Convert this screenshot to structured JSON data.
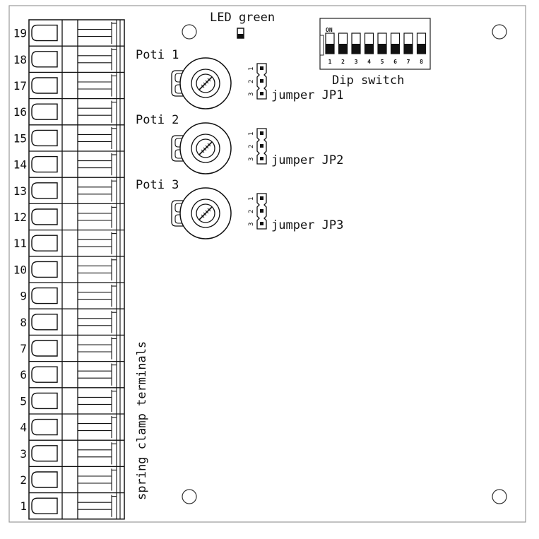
{
  "terminals": {
    "numbers": [
      "19",
      "18",
      "17",
      "16",
      "15",
      "14",
      "13",
      "12",
      "11",
      "10",
      "9",
      "8",
      "7",
      "6",
      "5",
      "4",
      "3",
      "2",
      "1"
    ],
    "label": "spring clamp terminals"
  },
  "led": {
    "label": "LED green"
  },
  "dip_switch": {
    "on_label": "ON",
    "numbers": [
      "1",
      "2",
      "3",
      "4",
      "5",
      "6",
      "7",
      "8"
    ],
    "label": "Dip switch"
  },
  "potis": [
    {
      "label": "Poti 1",
      "jumper_label": "jumper JP1"
    },
    {
      "label": "Poti 2",
      "jumper_label": "jumper JP2"
    },
    {
      "label": "Poti 3",
      "jumper_label": "jumper JP3"
    }
  ],
  "jumper_pins": [
    "1",
    "2",
    "3"
  ]
}
